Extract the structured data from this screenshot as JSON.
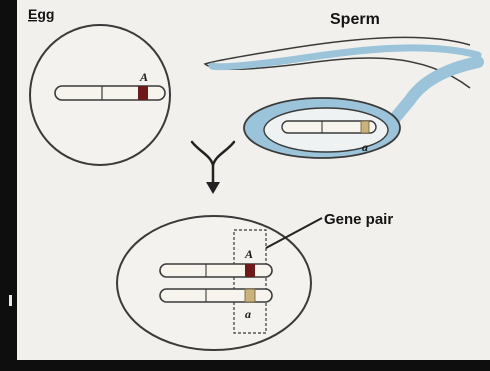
{
  "labels": {
    "egg": "Egg",
    "sperm": "Sperm",
    "gene_pair": "Gene pair",
    "egg_allele": "A",
    "sperm_allele": "a",
    "zygote_top_allele": "A",
    "zygote_bottom_allele": "a"
  },
  "colors": {
    "background": "#f2f0ec",
    "outline": "#3a3a3a",
    "sperm_fill": "#9bc3d9",
    "dominant_gene": "#6e1a1a",
    "recessive_gene": "#cbb27a",
    "chromosome": "#f7f4ee"
  },
  "icons": {
    "merge_arrow": "merge-arrow-icon"
  }
}
